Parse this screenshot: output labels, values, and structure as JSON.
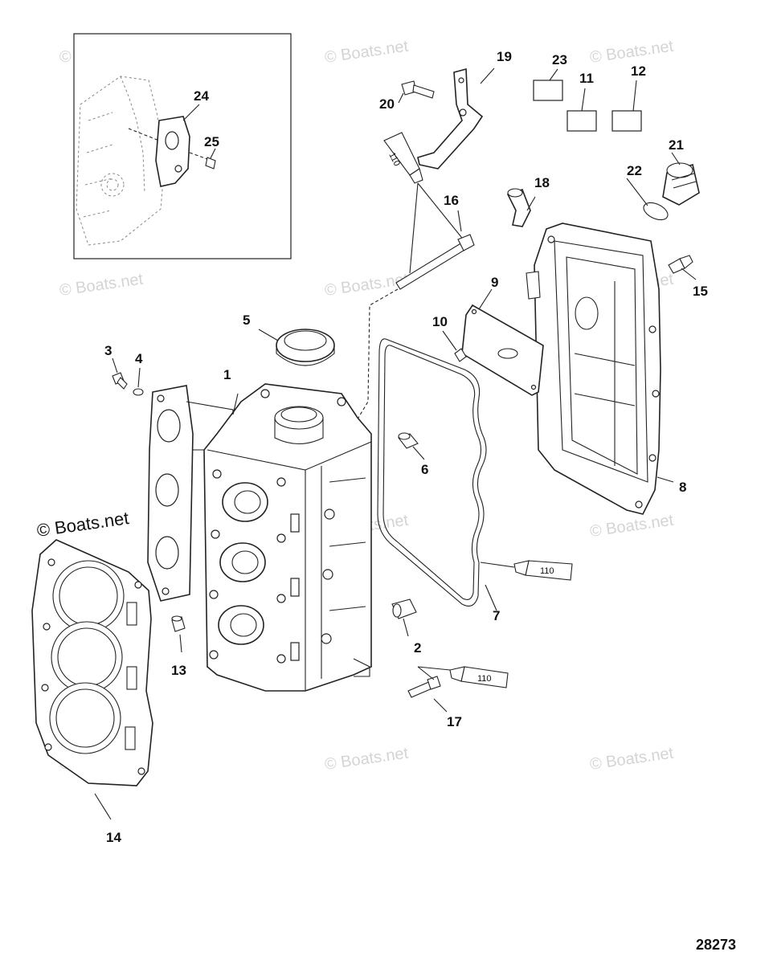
{
  "figure_number": "28273",
  "watermark": "© Boats.net",
  "callouts": [
    "1",
    "2",
    "3",
    "4",
    "5",
    "6",
    "7",
    "8",
    "9",
    "10",
    "11",
    "12",
    "13",
    "14",
    "15",
    "16",
    "17",
    "18",
    "19",
    "20",
    "21",
    "22",
    "23",
    "24",
    "25"
  ],
  "sealant_label": "110"
}
